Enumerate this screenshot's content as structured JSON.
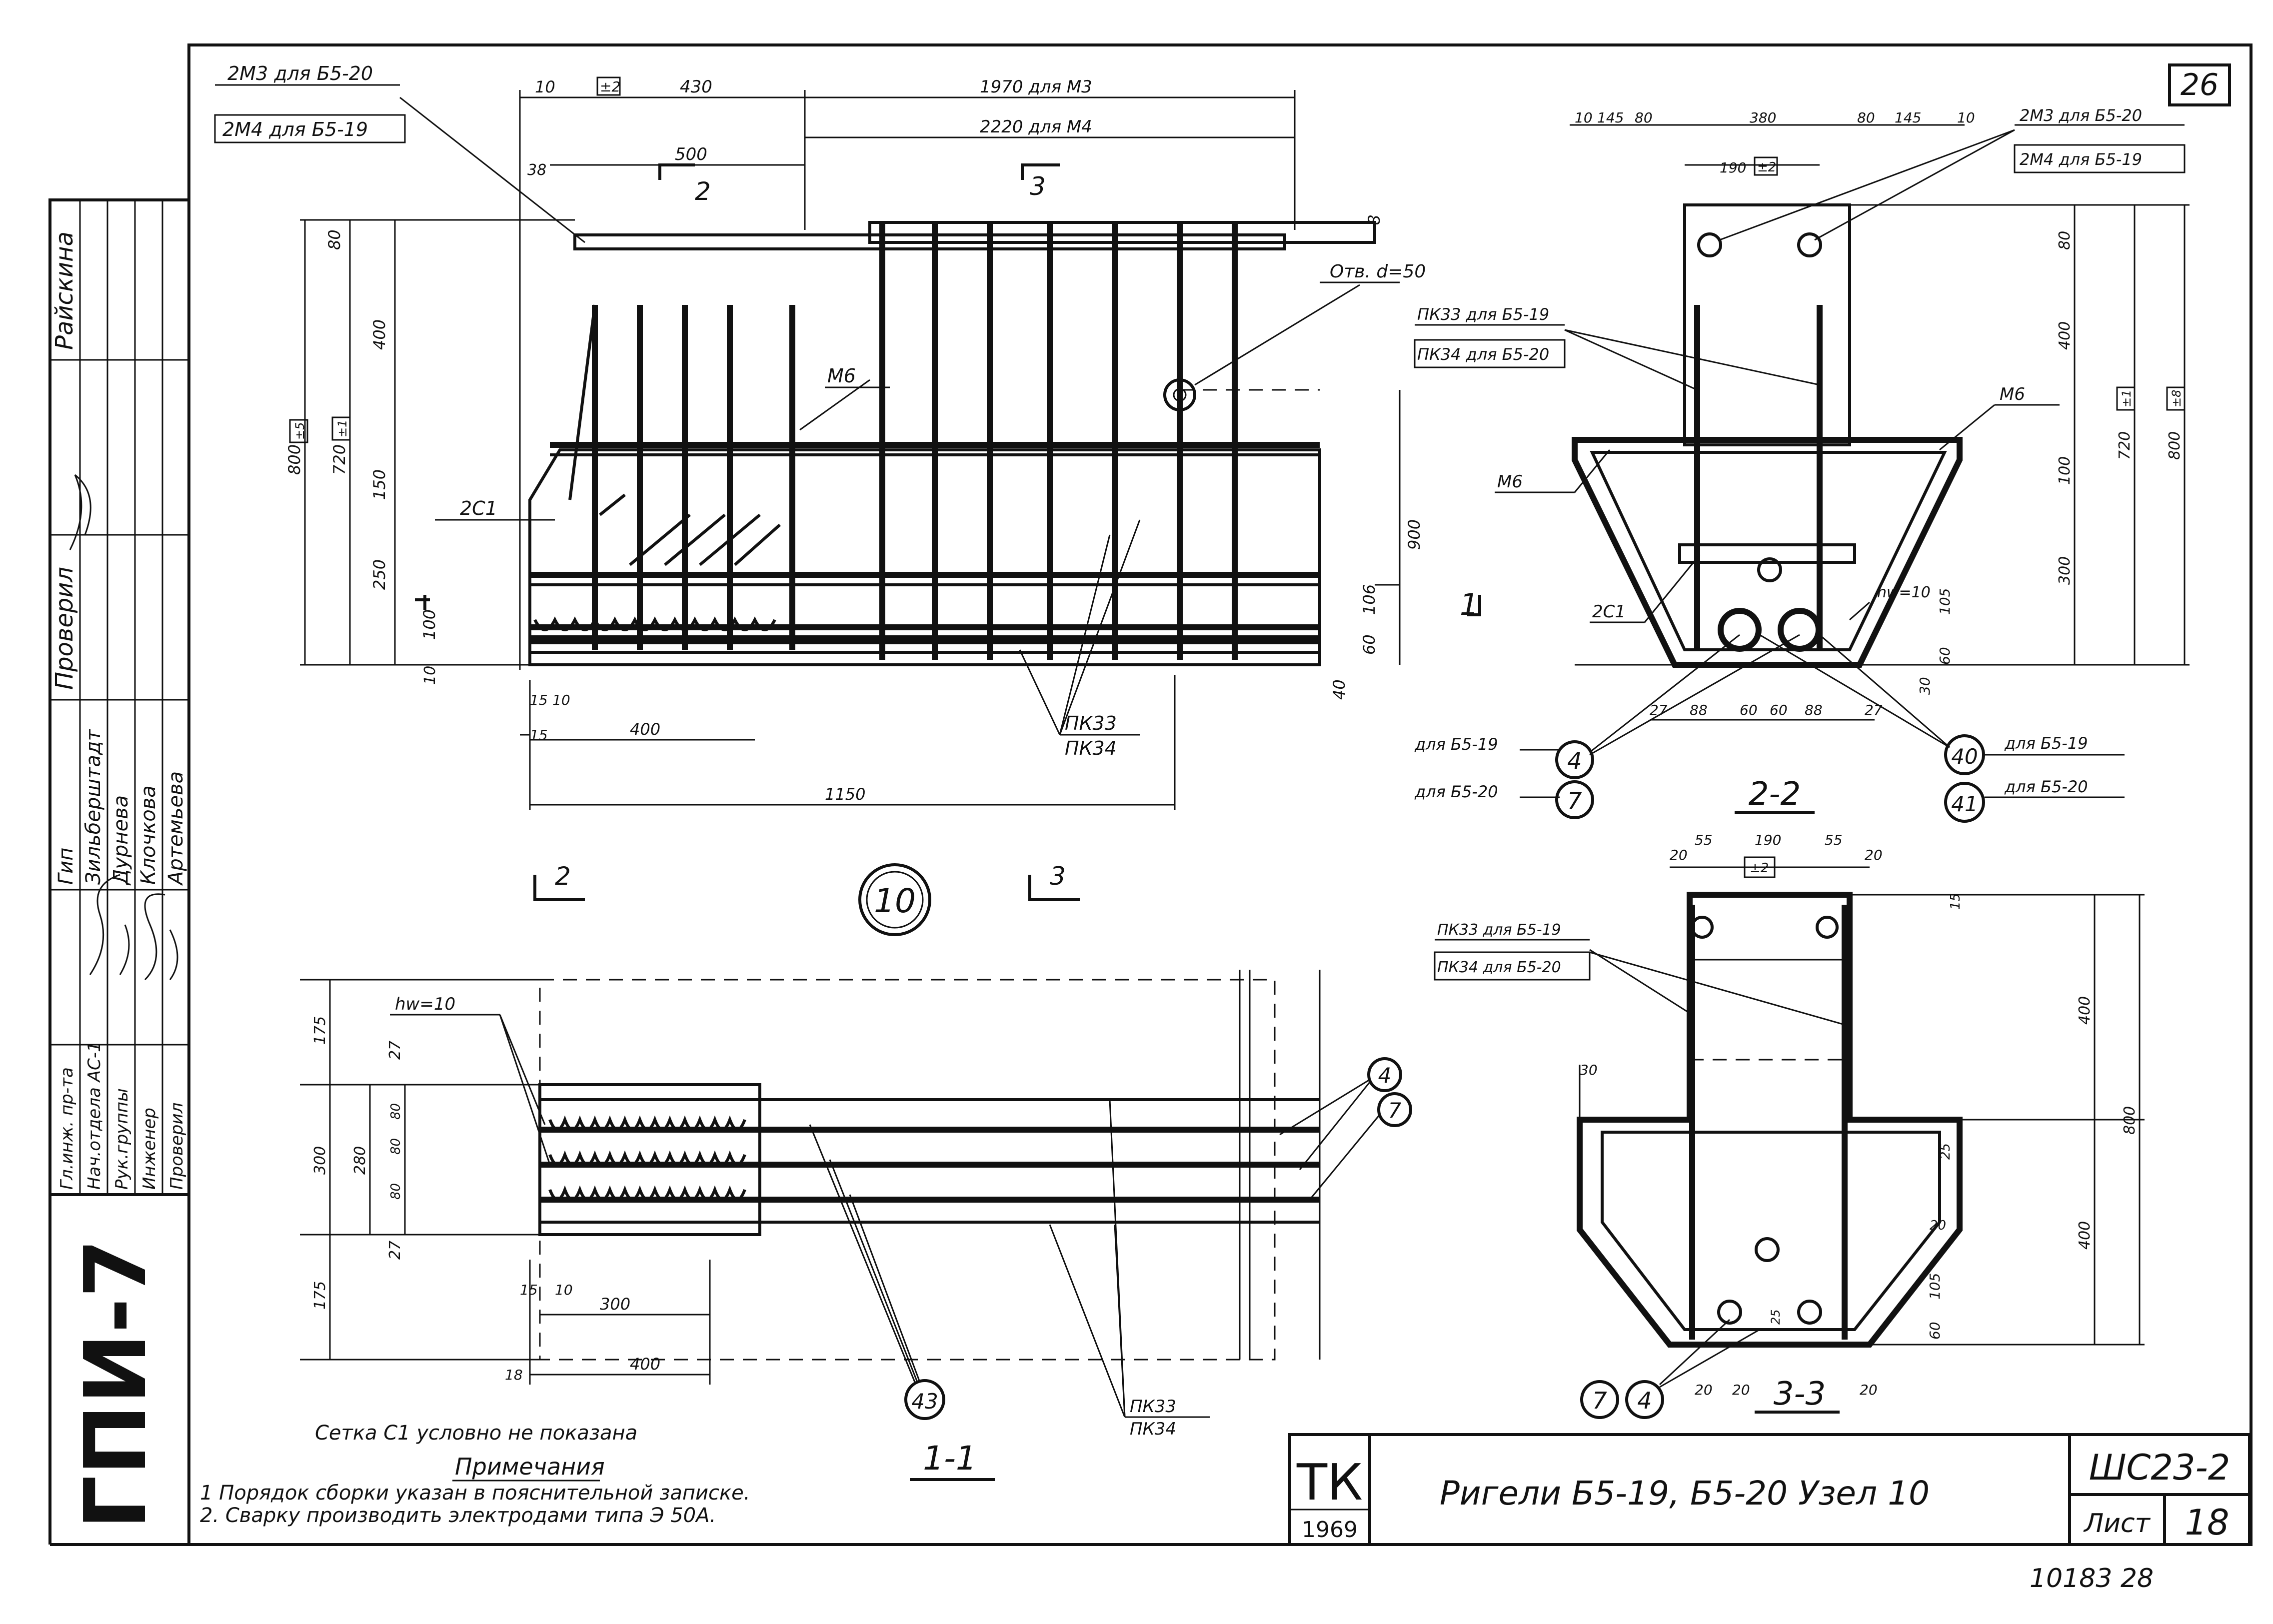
{
  "sheet_number": "26",
  "view_callout": "10",
  "left_stamp": {
    "org": "ГПИ-7",
    "rows": [
      {
        "role": "Гл.инж. пр-та",
        "name": "Зильберштадт"
      },
      {
        "role": "Нач.отдела АС-1",
        "name": "Дурнева"
      },
      {
        "role": "Рук.группы",
        "name": "Клочкова"
      },
      {
        "role": "Инженер",
        "name": "Артемьева"
      },
      {
        "role": "Проверил",
        "name": "Райскина"
      }
    ],
    "header_gip": "Гип"
  },
  "main_view": {
    "labels": {
      "top_left_1": "2М3 для Б5-20",
      "top_left_2": "2М4 для Б5-19",
      "top_right_1": "1970 для М3",
      "top_right_2": "2220 для М4",
      "hole": "Отв. d=50",
      "m6": "М6",
      "c1": "2С1",
      "pk": "ПК33",
      "pk2": "ПК34"
    },
    "dims": {
      "d10": "10",
      "tol2": "±2",
      "d430": "430",
      "d500": "500",
      "d38": "38",
      "d80": "80",
      "d400": "400",
      "d800": "800",
      "d720": "720",
      "tol5": "±5",
      "tol1": "±1",
      "d150": "150",
      "d250": "250",
      "d100": "100",
      "d900": "900",
      "d106": "106",
      "d60": "60",
      "d40": "40",
      "d15": "15",
      "d10b": "10",
      "d400b": "400",
      "d1150": "1150",
      "d8": "8"
    },
    "sections": {
      "s2": "2",
      "s3": "3",
      "s1": "1"
    }
  },
  "section_2_2": {
    "title": "2-2",
    "top_dims": [
      "10",
      "145",
      "80",
      "380",
      "80",
      "145",
      "10"
    ],
    "d190": "190",
    "tol2": "±2",
    "labels": {
      "m3": "2М3 для Б5-20",
      "m4": "2М4 для Б5-19",
      "pk33": "ПК33 для Б5-19",
      "pk34": "ПК34 для Б5-20",
      "m6a": "М6",
      "m6b": "М6",
      "c1": "2С1",
      "hw": "hw=10"
    },
    "right_dims": [
      "80",
      "400",
      "720",
      "800",
      "100",
      "300",
      "105",
      "60",
      "30"
    ],
    "tols": [
      "±1",
      "±8"
    ],
    "bottom_dims": [
      "27",
      "88",
      "60",
      "60",
      "88",
      "27"
    ],
    "callouts": [
      {
        "num": "4",
        "text": "для Б5-19"
      },
      {
        "num": "7",
        "text": "для Б5-20"
      },
      {
        "num": "40",
        "text": "для Б5-19"
      },
      {
        "num": "41",
        "text": "для Б5-20"
      }
    ]
  },
  "section_3_3": {
    "title": "3-3",
    "top_dims": [
      "20",
      "55",
      "190",
      "55",
      "20"
    ],
    "tol2": "±2",
    "labels": {
      "pk33": "ПК33 для Б5-19",
      "pk34": "ПК34 для Б5-20"
    },
    "dims": [
      "30",
      "25",
      "400",
      "800",
      "400",
      "20",
      "105",
      "60",
      "15",
      "25"
    ],
    "bottom_dims": [
      "20",
      "20",
      "20"
    ],
    "callouts": [
      "7",
      "4"
    ]
  },
  "section_1_1": {
    "title": "1-1",
    "hw": "hw=10",
    "left_dims": [
      "175",
      "27",
      "300",
      "280",
      "80",
      "80",
      "80",
      "27",
      "175"
    ],
    "bottom_dims": [
      "15",
      "10",
      "300",
      "18",
      "400"
    ],
    "callouts": [
      "4",
      "7",
      "43"
    ],
    "pk": "ПК33",
    "pk2": "ПК34"
  },
  "section_markers": {
    "s2": "2",
    "s3": "3"
  },
  "notes": {
    "mesh": "Сетка С1    условно не показана",
    "title": "Примечания",
    "items": [
      "1 Порядок сборки указан в пояснительной записке.",
      "2. Сварку производить электродами типа Э 50А."
    ]
  },
  "title_block": {
    "logo": "ТК",
    "year": "1969",
    "title": "Ригели Б5-19, Б5-20 Узел 10",
    "series": "ШС23-2",
    "sheet_label": "Лист",
    "sheet": "18"
  },
  "footer_code": "10183  28"
}
